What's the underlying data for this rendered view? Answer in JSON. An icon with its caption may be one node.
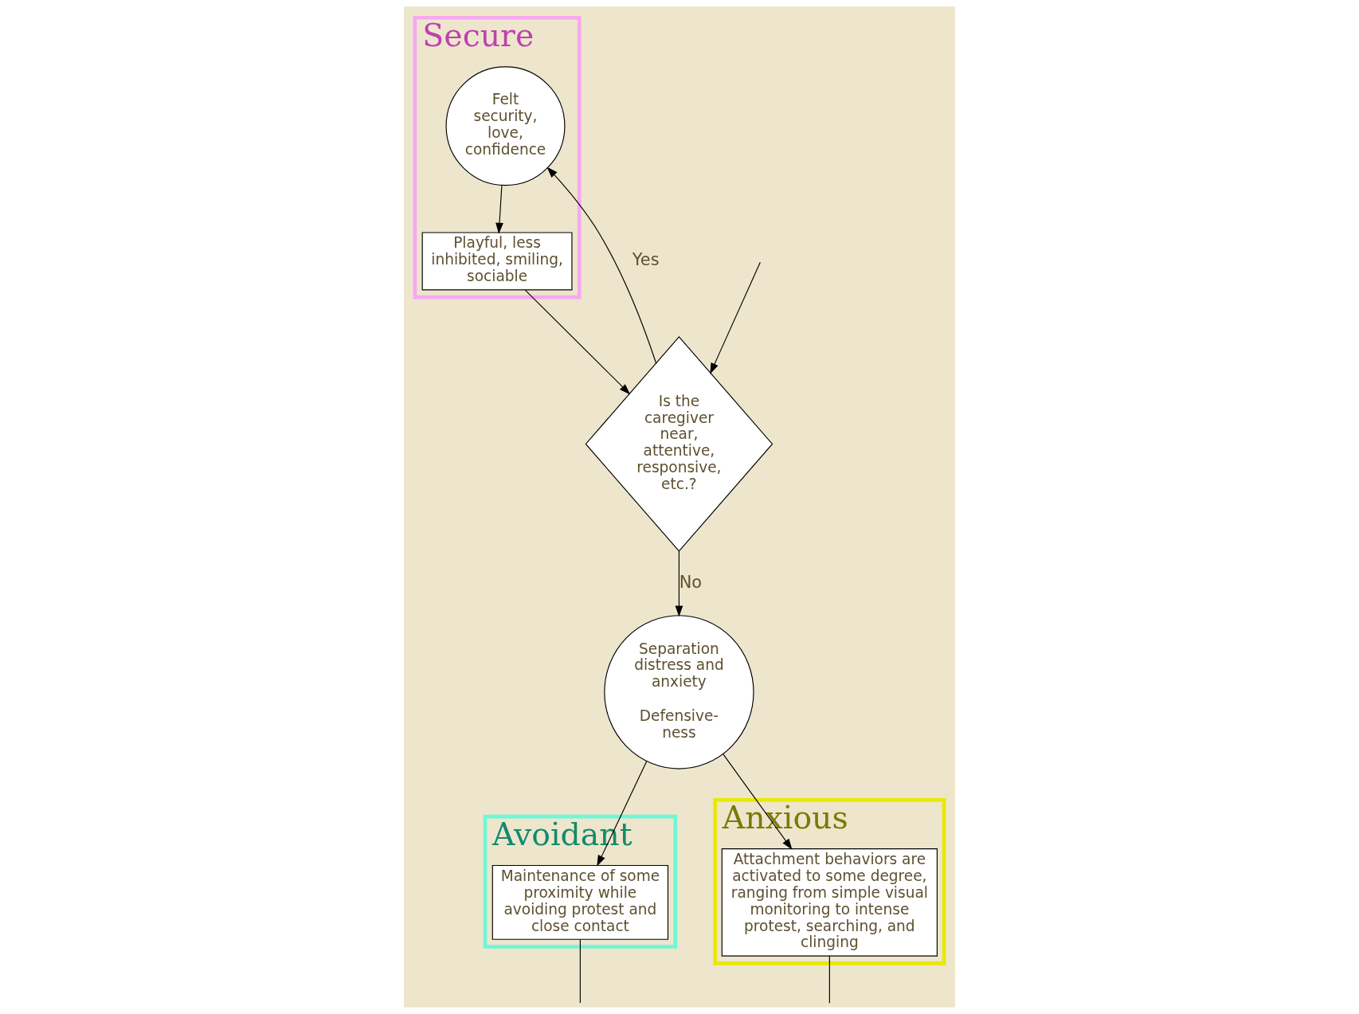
{
  "diagram": {
    "nodes": [
      {
        "text": [
          "Is the caregiver near, attentive, responsive, etc.?"
        ]
      },
      {
        "text": [
          "Secure"
        ]
      },
      {
        "text": [
          "Felt security, love, confidence"
        ],
        "in": 1
      },
      {
        "text": [
          "Playful, less inhibited, smiling, sociable"
        ],
        "in": 1
      },
      {
        "text": [
          "Separation distress and anxiety",
          "Defensive- ness"
        ]
      },
      {
        "text": [
          "Avoidant"
        ]
      },
      {
        "text": [
          "Maintenance of some proximity while avoiding protest and close contact"
        ],
        "in": 5
      },
      {
        "text": [
          "Anxious"
        ]
      },
      {
        "text": [
          "Attachment behaviors are activated to some degree, ranging from simple visual monitoring to intense protest, searching, and clinging"
        ],
        "in": 7
      }
    ],
    "edges": [
      {
        "from": 0,
        "to": 2,
        "label": "Yes",
        "arrow": "to"
      },
      {
        "from": 2,
        "to": 3,
        "arrow": "to"
      },
      {
        "from": 3,
        "to": 0,
        "arrow": "to"
      },
      {
        "from": 0,
        "to": 4,
        "label": "No",
        "arrow": "to"
      },
      {
        "from": 4,
        "to": 6,
        "arrow": "to"
      },
      {
        "from": 4,
        "to": 8,
        "arrow": "to"
      },
      {
        "from": 6,
        "to": null,
        "arrow": "none"
      },
      {
        "from": 8,
        "to": null,
        "arrow": "none"
      },
      {
        "from": null,
        "to": 0,
        "arrow": "to"
      }
    ]
  }
}
